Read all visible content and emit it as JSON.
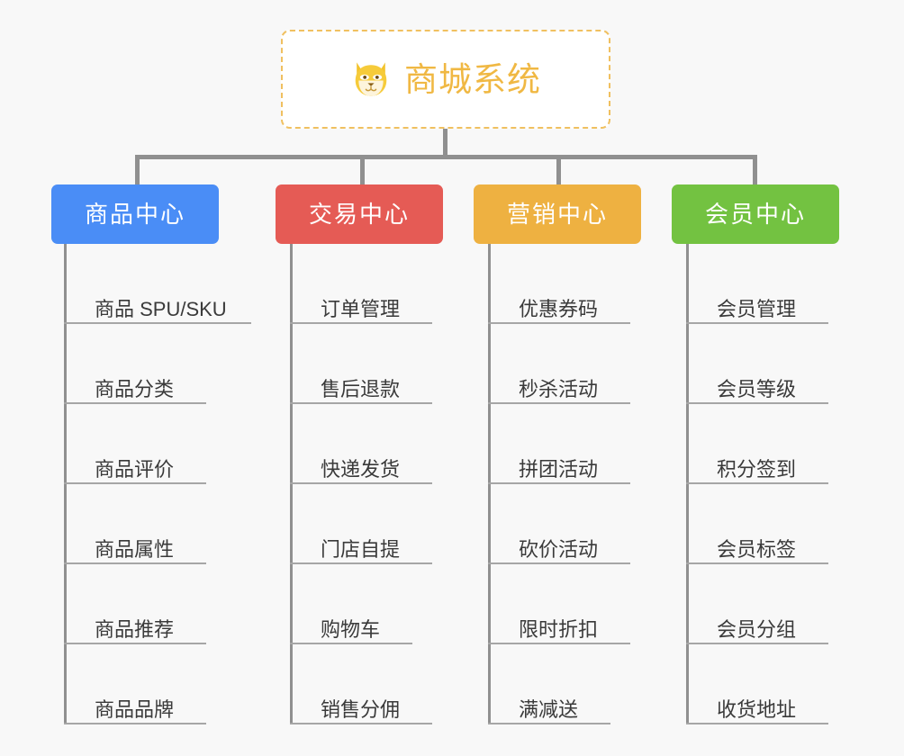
{
  "diagram": {
    "type": "org-chart",
    "background_color": "#f8f8f8",
    "root": {
      "title": "商城系统",
      "icon": "shiba-dog-face-icon",
      "border_color": "#f0c060",
      "text_color": "#f0b843"
    },
    "connector_color": "#909090",
    "leaf_text_color": "#3a3a3a",
    "leaf_rule_color": "#a6a6a6",
    "branches": [
      {
        "label": "商品中心",
        "color": "#4a8df6",
        "items": [
          "商品 SPU/SKU",
          "商品分类",
          "商品评价",
          "商品属性",
          "商品推荐",
          "商品品牌"
        ]
      },
      {
        "label": "交易中心",
        "color": "#e55b55",
        "items": [
          "订单管理",
          "售后退款",
          "快递发货",
          "门店自提",
          "购物车",
          "销售分佣"
        ]
      },
      {
        "label": "营销中心",
        "color": "#eeb141",
        "items": [
          "优惠券码",
          "秒杀活动",
          "拼团活动",
          "砍价活动",
          "限时折扣",
          "满减送"
        ]
      },
      {
        "label": "会员中心",
        "color": "#73c241",
        "items": [
          "会员管理",
          "会员等级",
          "积分签到",
          "会员标签",
          "会员分组",
          "收货地址"
        ]
      }
    ]
  }
}
